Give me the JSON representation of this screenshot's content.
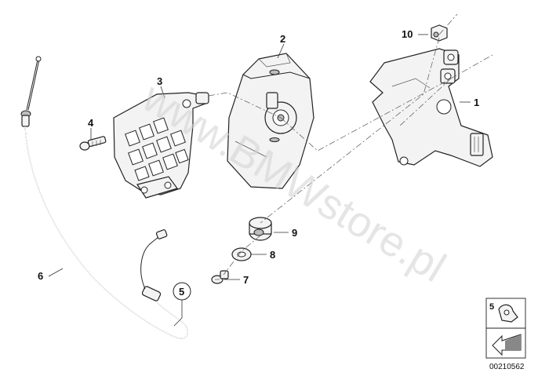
{
  "callouts": {
    "c1": "1",
    "c2": "2",
    "c3": "3",
    "c4": "4",
    "c5": "5",
    "c6": "6",
    "c7": "7",
    "c8": "8",
    "c9": "9",
    "c10": "10"
  },
  "watermark": "www.BMWstore.pl",
  "reference_box": {
    "label": "5"
  },
  "diagram_number": "00210562"
}
